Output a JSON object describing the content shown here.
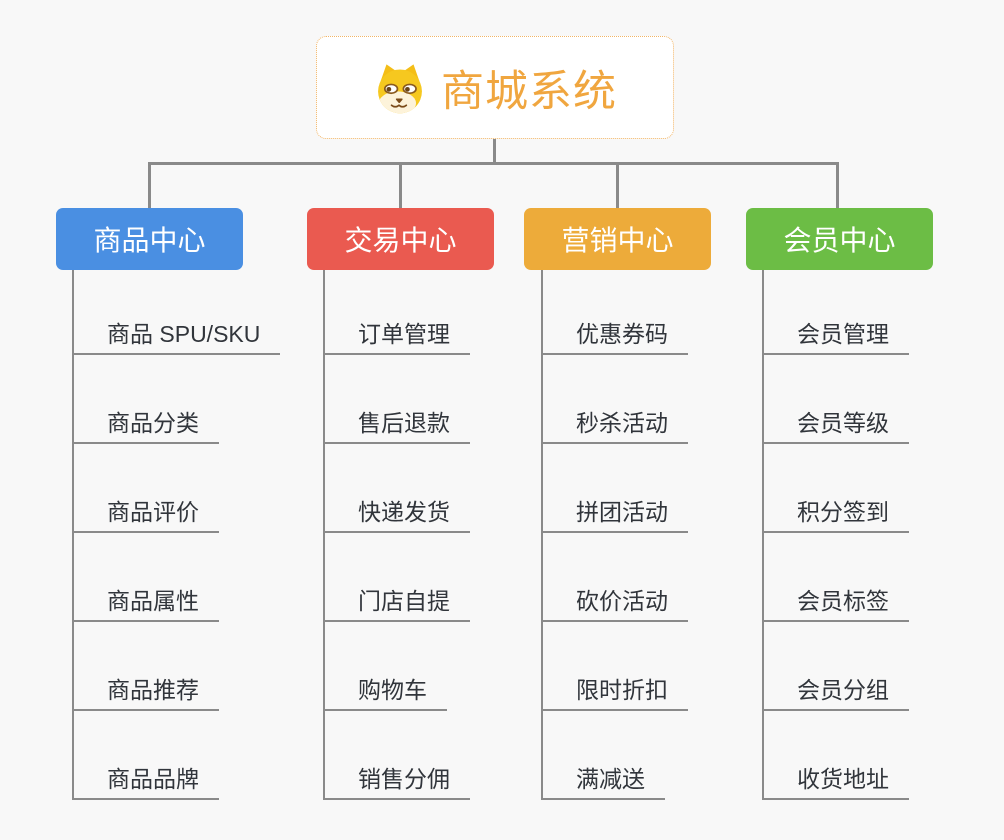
{
  "canvas": {
    "background": "#f8f8f8",
    "connector_color": "#8a8a8a"
  },
  "root": {
    "title": "商城系统",
    "icon": "dog-face-icon",
    "text_color": "#f0a63f",
    "border_color": "#f2b566"
  },
  "branches": [
    {
      "label": "商品中心",
      "color": "#4a8fe2",
      "children": [
        "商品 SPU/SKU",
        "商品分类",
        "商品评价",
        "商品属性",
        "商品推荐",
        "商品品牌"
      ]
    },
    {
      "label": "交易中心",
      "color": "#ea5a50",
      "children": [
        "订单管理",
        "售后退款",
        "快递发货",
        "门店自提",
        "购物车",
        "销售分佣"
      ]
    },
    {
      "label": "营销中心",
      "color": "#edab3a",
      "children": [
        "优惠券码",
        "秒杀活动",
        "拼团活动",
        "砍价活动",
        "限时折扣",
        "满减送"
      ]
    },
    {
      "label": "会员中心",
      "color": "#6cbd45",
      "children": [
        "会员管理",
        "会员等级",
        "积分签到",
        "会员标签",
        "会员分组",
        "收货地址"
      ]
    }
  ]
}
